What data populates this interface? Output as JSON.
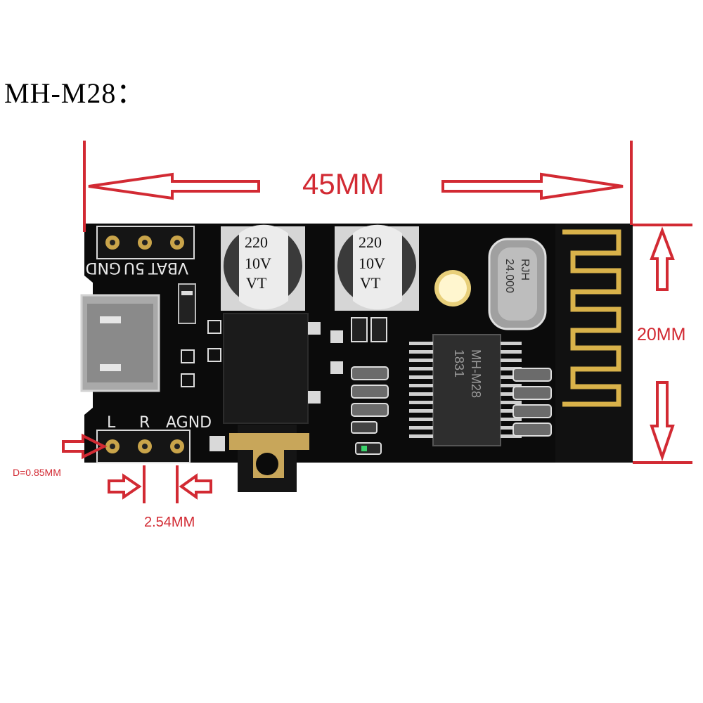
{
  "title": "MH-M28：",
  "dimensions": {
    "width": "45MM",
    "height": "20MM",
    "pin_diameter": "D=0.85MM",
    "pin_pitch": "2.54MM"
  },
  "board": {
    "top_pins": [
      "VBAT",
      "5U",
      "GND"
    ],
    "bottom_pins": [
      "L",
      "R",
      "AGND"
    ],
    "capacitor_1": [
      "220",
      "10V",
      "VT"
    ],
    "capacitor_2": [
      "220",
      "10V",
      "VT"
    ],
    "crystal": [
      "RJH",
      "24.000"
    ],
    "chip": [
      "MH-M28",
      "1831"
    ]
  },
  "colors": {
    "annotation": "#d22a33",
    "pcb": "#0b0b0b",
    "pad": "#c9a44a",
    "silkscreen": "#e8e8e8"
  }
}
